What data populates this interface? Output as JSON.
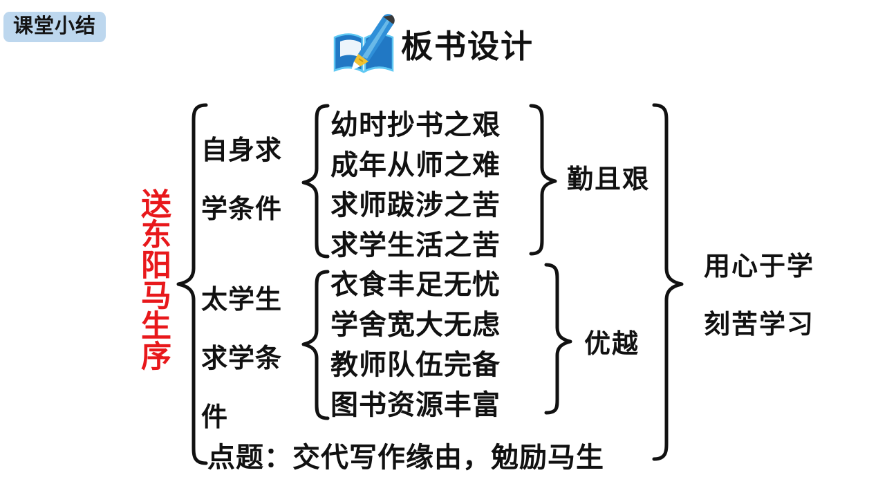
{
  "slide": {
    "badge_label": "课堂小结",
    "title": "板书设计",
    "book_icon_name": "open-book-with-pen-icon",
    "accent_color": "#e8181b",
    "badge_color": "#bdd7ee",
    "book_color": "#1f6fc4"
  },
  "diagram": {
    "root": "送东阳马生序",
    "groups": [
      {
        "label_line1": "自身求",
        "label_line2": "学条件",
        "label_line3": "",
        "items": [
          "幼时抄书之艰",
          "成年从师之难",
          "求师跋涉之苦",
          "求学生活之苦"
        ],
        "summary": "勤且艰"
      },
      {
        "label_line1": "太学生",
        "label_line2": "求学条",
        "label_line3": "件",
        "items": [
          "衣食丰足无忧",
          "学舍宽大无虑",
          "教师队伍完备",
          "图书资源丰富"
        ],
        "summary": "优越"
      }
    ],
    "conclusion": [
      "用心于学",
      "刻苦学习"
    ],
    "point_line": "点题：交代写作缘由，勉励马生"
  }
}
